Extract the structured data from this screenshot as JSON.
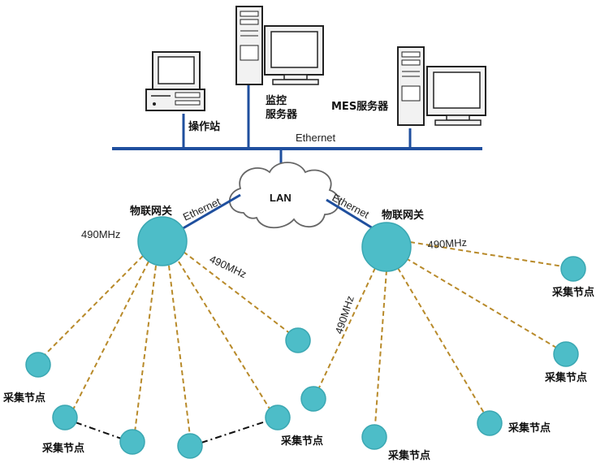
{
  "labels": {
    "operator_station": "操作站",
    "monitor_server_line1": "监控",
    "monitor_server_line2": "服务器",
    "mes_server": "MES服务器",
    "ethernet_bus": "Ethernet",
    "lan": "LAN",
    "ethernet_left": "Ethernet",
    "ethernet_right": "Ethernet",
    "gateway_left": "物联网关",
    "gateway_right": "物联网关",
    "freq_left_outer": "490MHz",
    "freq_left_inner": "490MHz",
    "freq_right_top": "490MHz",
    "freq_right_vertical": "490MHz",
    "node_label_1": "采集节点",
    "node_label_2": "采集节点",
    "node_label_3": "采集节点",
    "node_label_4": "采集节点",
    "node_label_5": "采集节点",
    "node_label_6": "采集节点",
    "node_label_7": "采集节点"
  },
  "colors": {
    "bus": "#1f4f9e",
    "node": "#4dbdc8",
    "node_stroke": "#3aa7b2",
    "radio_link": "#b88a2a",
    "cloud_stroke": "#666666",
    "mesh_link": "#111111"
  }
}
